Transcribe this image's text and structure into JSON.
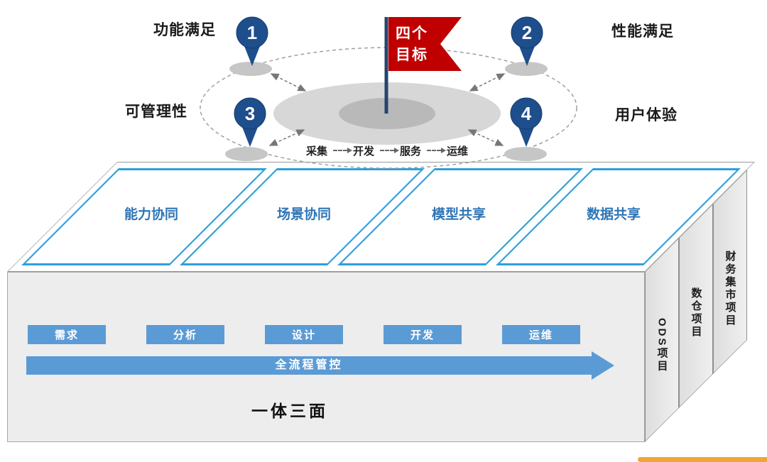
{
  "goals": {
    "flag": {
      "line1": "四个",
      "line2": "目标"
    },
    "pins": [
      {
        "num": "1",
        "label": "功能满足"
      },
      {
        "num": "2",
        "label": "性能满足"
      },
      {
        "num": "3",
        "label": "可管理性"
      },
      {
        "num": "4",
        "label": "用户体验"
      }
    ],
    "process": [
      "采集",
      "开发",
      "服务",
      "运维"
    ]
  },
  "platform": {
    "panels": [
      {
        "label": "能力协同"
      },
      {
        "label": "场景协同"
      },
      {
        "label": "模型共享"
      },
      {
        "label": "数据共享"
      }
    ],
    "projects": [
      {
        "label": "ODS项目"
      },
      {
        "label": "数仓项目"
      },
      {
        "label": "财务集市项目"
      }
    ],
    "stages": [
      {
        "label": "需求"
      },
      {
        "label": "分析"
      },
      {
        "label": "设计"
      },
      {
        "label": "开发"
      },
      {
        "label": "运维"
      }
    ],
    "flow_arrow_label": "全流程管控",
    "caption": "一体三面"
  },
  "colors": {
    "pin_blue": "#1e4e8c",
    "flag_red": "#c00000",
    "panel_border_blue": "#2f9fdc",
    "panel_text_blue": "#2e75b6",
    "button_blue": "#5b9bd5",
    "accent_orange": "#f0a637"
  }
}
